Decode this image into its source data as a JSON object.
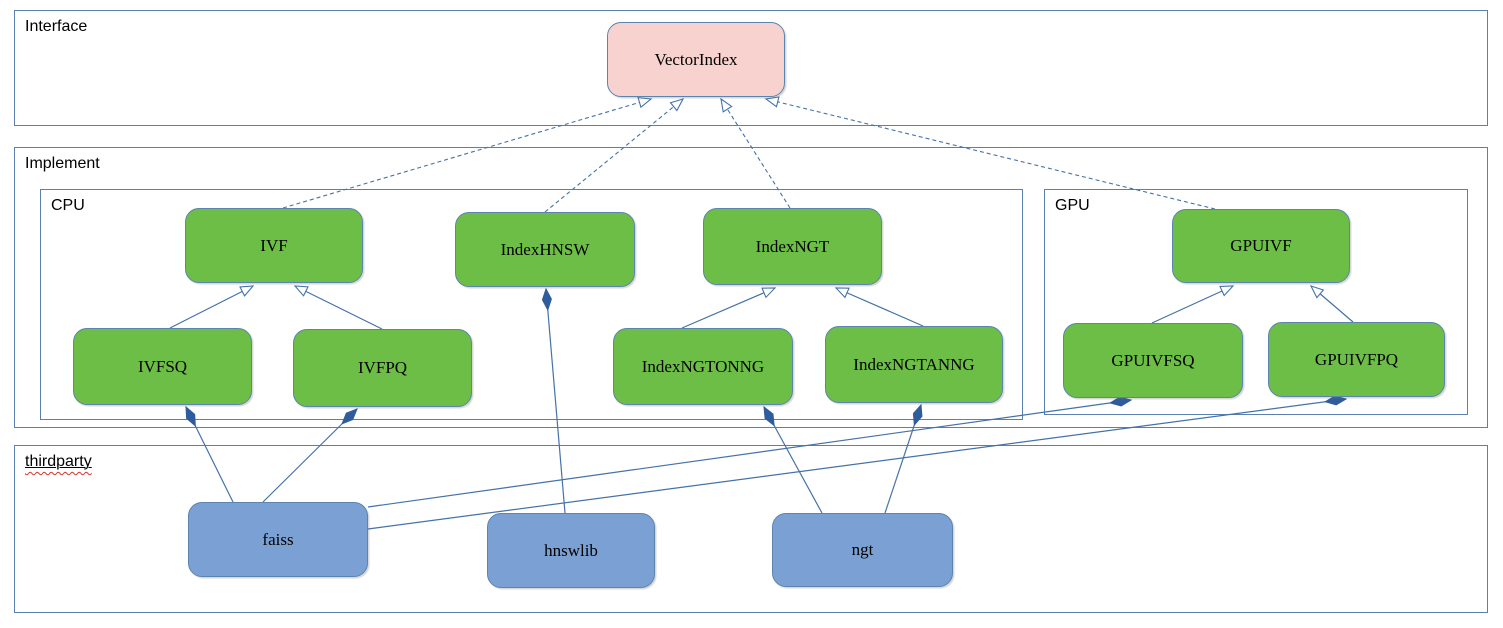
{
  "diagram": {
    "containers": {
      "interface": {
        "label": "Interface"
      },
      "implement": {
        "label": "Implement"
      },
      "cpu": {
        "label": "CPU"
      },
      "gpu": {
        "label": "GPU"
      },
      "thirdparty": {
        "label": "thirdparty"
      }
    },
    "nodes": {
      "vectorindex": {
        "label": "VectorIndex",
        "kind": "interface"
      },
      "ivf": {
        "label": "IVF",
        "kind": "class"
      },
      "indexhnsw": {
        "label": "IndexHNSW",
        "kind": "class"
      },
      "indexngt": {
        "label": "IndexNGT",
        "kind": "class"
      },
      "gpuivf": {
        "label": "GPUIVF",
        "kind": "class"
      },
      "ivfsq": {
        "label": "IVFSQ",
        "kind": "class"
      },
      "ivfpq": {
        "label": "IVFPQ",
        "kind": "class"
      },
      "indexngtonng": {
        "label": "IndexNGTONNG",
        "kind": "class"
      },
      "indexngtanng": {
        "label": "IndexNGTANNG",
        "kind": "class"
      },
      "gpuivfsq": {
        "label": "GPUIVFSQ",
        "kind": "class"
      },
      "gpuivfpq": {
        "label": "GPUIVFPQ",
        "kind": "class"
      },
      "faiss": {
        "label": "faiss",
        "kind": "thirdparty-lib"
      },
      "hnswlib": {
        "label": "hnswlib",
        "kind": "thirdparty-lib"
      },
      "ngt": {
        "label": "ngt",
        "kind": "thirdparty-lib"
      }
    },
    "edges": [
      {
        "from": "ivf",
        "to": "vectorindex",
        "type": "realization"
      },
      {
        "from": "indexhnsw",
        "to": "vectorindex",
        "type": "realization"
      },
      {
        "from": "indexngt",
        "to": "vectorindex",
        "type": "realization"
      },
      {
        "from": "gpuivf",
        "to": "vectorindex",
        "type": "realization"
      },
      {
        "from": "ivfsq",
        "to": "ivf",
        "type": "generalization"
      },
      {
        "from": "ivfpq",
        "to": "ivf",
        "type": "generalization"
      },
      {
        "from": "indexngtonng",
        "to": "indexngt",
        "type": "generalization"
      },
      {
        "from": "indexngtanng",
        "to": "indexngt",
        "type": "generalization"
      },
      {
        "from": "gpuivfsq",
        "to": "gpuivf",
        "type": "generalization"
      },
      {
        "from": "gpuivfpq",
        "to": "gpuivf",
        "type": "generalization"
      },
      {
        "from": "faiss",
        "to": "ivfsq",
        "type": "composition"
      },
      {
        "from": "faiss",
        "to": "ivfpq",
        "type": "composition"
      },
      {
        "from": "hnswlib",
        "to": "indexhnsw",
        "type": "composition"
      },
      {
        "from": "ngt",
        "to": "indexngtonng",
        "type": "composition"
      },
      {
        "from": "ngt",
        "to": "indexngtanng",
        "type": "composition"
      },
      {
        "from": "faiss",
        "to": "gpuivfsq",
        "type": "composition"
      },
      {
        "from": "faiss",
        "to": "gpuivfpq",
        "type": "composition"
      }
    ],
    "colors": {
      "interface_fill": "#f8d2ce",
      "class_fill": "#6cbe46",
      "thirdparty_fill": "#7ba1d4",
      "connector_line": "#4472a8",
      "container_border": "#5a7fb0",
      "diamond_fill": "#2e5c9c",
      "spellcheck_wave": "#d93025",
      "text": "#000000"
    }
  }
}
